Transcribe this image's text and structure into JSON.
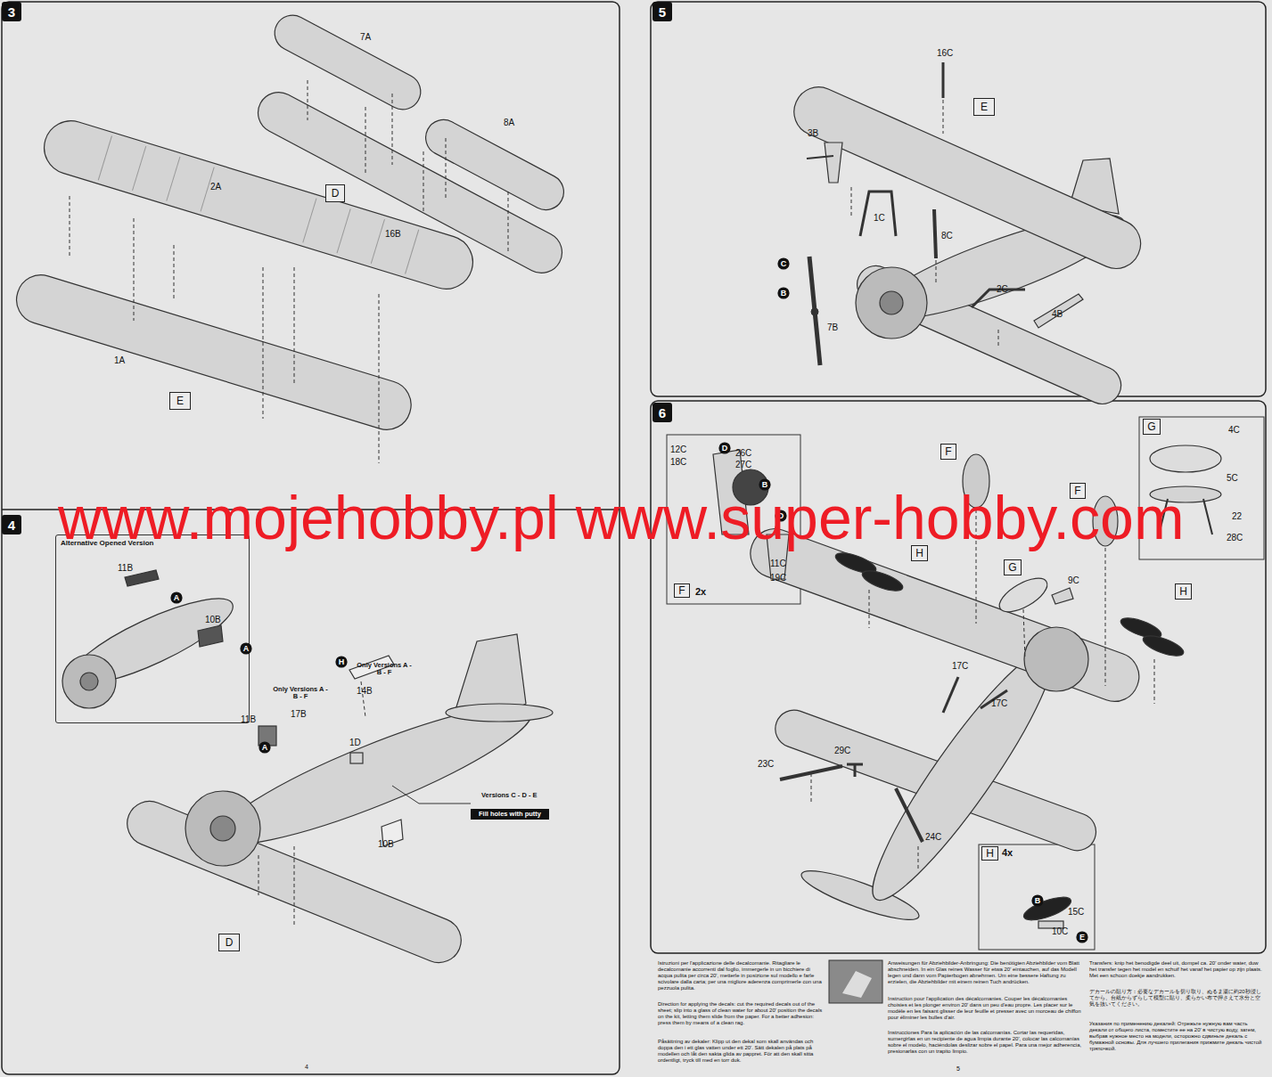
{
  "diagram": {
    "nodes": [
      {
        "text": [
          "3"
        ]
      },
      {
        "text": [
          "D"
        ]
      },
      {
        "text": [
          "E"
        ]
      },
      {
        "text": [
          "4"
        ]
      },
      {
        "text": [
          "Alternative Opened Version"
        ]
      },
      {
        "text": [
          "A"
        ],
        "in": 4
      },
      {
        "text": [
          "A"
        ],
        "in": 4
      },
      {
        "text": [
          "A"
        ]
      },
      {
        "text": [
          "H"
        ]
      },
      {
        "text": [
          "Fill holes with putty"
        ]
      },
      {
        "text": [
          "D"
        ]
      },
      {
        "text": [
          "5"
        ]
      },
      {
        "text": [
          "E"
        ]
      },
      {
        "text": [
          "C"
        ]
      },
      {
        "text": [
          "B"
        ]
      },
      {
        "text": [
          "6"
        ]
      },
      {
        "text": [
          "D"
        ]
      },
      {
        "text": [
          "B"
        ]
      },
      {
        "text": [
          "D"
        ]
      },
      {
        "text": [
          "F"
        ]
      },
      {
        "text": [
          "F"
        ]
      },
      {
        "text": [
          "F"
        ]
      },
      {
        "text": [
          "H"
        ]
      },
      {
        "text": [
          "G"
        ]
      },
      {
        "text": [
          "G"
        ]
      },
      {
        "text": [
          "H"
        ]
      },
      {
        "text": [
          "H"
        ]
      },
      {
        "text": [
          "B"
        ]
      },
      {
        "text": [
          "E"
        ]
      }
    ],
    "labels": [
      "7A",
      "8A",
      "2A",
      "16B",
      "1A",
      "11B",
      "10B",
      "Only Versions A - B - F",
      "14B",
      "Only Versions A - B - F",
      "17B",
      "11B",
      "1D",
      "Versions C - D - E",
      "10B",
      "16C",
      "3B",
      "1C",
      "8C",
      "2C",
      "4B",
      "7B",
      "12C",
      "18C",
      "26C",
      "27C",
      "11C",
      "19C",
      "2x",
      "4C",
      "5C",
      "22",
      "28C",
      "9C",
      "17C",
      "17C",
      "29C",
      "23C",
      "24C",
      "4x",
      "15C",
      "10C",
      "4",
      "5",
      "www.mojehobby.pl www.super-hobby.com",
      "Istruzioni per l'applicazione delle decalcomanie. Ritagliare le decalcomanie accorrenti dal foglio, immergerle in un bicchiere di acqua pulita per circa 20', metterle in posizione sul modello e farle scivolare dalla carta; per una migliore aderenza comprimerle con una pezzuola pulita.",
      "Direction for applying the decals: cut the required decals out of the sheet; slip into a glass of clean water for about 20' position the decals on the kit, letting them slide from the paper. For a better adhesion: press them by means of a clean rag.",
      "Påsättning av dekaler: Klipp ut den dekal som skall användas och doppa den i ett glas vatten under ett 20'. Sätt dekalen på plats på modellen och låt den sakta glida av pappret. För att den skall sitta ordentligt, tryck till med en torr duk.",
      "Anweisungen für Abziehbilder-Anbringung: Die benötigten Abziehbilder vom Blatt abschneiden. In ein Glas reines Wasser für etwa 20' eintauchen, auf das Modell legen und dann vom Papierbogen abnehmen. Um eine bessere Haftung zu erzielen, die Abziehbilder mit einem reinen Tuch andrücken.",
      "Instruction pour l'application des décalcomanies. Couper les décalcomanies choisies et les plonger environ 20' dans un peu d'eau propre. Les placer sur le modèle en les faisant glisser de leur feuille et presser avec un morceau de chiffon pour éliminer les bulles d'air.",
      "Instrucciones Para la aplicación de las calcomanías. Cortar las requeridas, sumergirlas en un recipiente de agua limpia durante 20', colocar las calcomanías sobre el modelo, haciéndolas deslizar sobre el papel. Para una mejor adherencia, presionarlas con un trapito limpio.",
      "Transfers: knip het benodigde deel uit, dompel ca. 20' onder water, duw het transfer tegen het model en schuif het vanaf het papier op zijn plaats. Met een schoon doekje aandrukken.",
      "デカールの貼り方：必要なデカールを切り取り、ぬるま湯に約20秒浸してから、台紙からずらして模型に貼り、柔らかい布で押さえて水分と空気を抜いてください。",
      "Указания по применению декалей: Отрежьте нужную вам часть декали от общего листа, поместите ее на 20' в чистую воду, затем, выбрав нужное место на модели, осторожно сдвиньте декаль с бумажной основы. Для лучшего прилегания прижмите декаль чистой тряпочкой."
    ]
  }
}
